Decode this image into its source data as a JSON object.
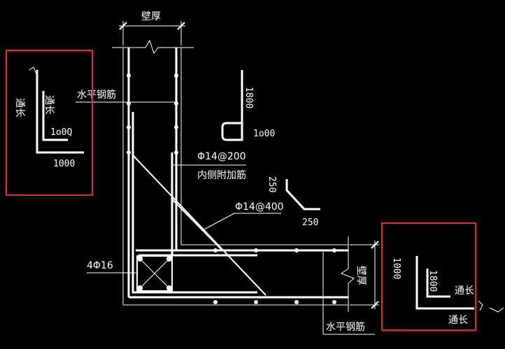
{
  "labels": {
    "wall_thickness_top": "壁厚",
    "horizontal_rebar_top": "水平钢筋",
    "inner_additional_spec": "Φ14@200",
    "inner_additional_name": "内侧附加筋",
    "diagonal_spec": "Φ14@400",
    "corner_bars": "4Φ16",
    "wall_thickness_right": "壁厚",
    "horizontal_rebar_bottom": "水平钢筋"
  },
  "details": {
    "left_box": {
      "through_1": "通长",
      "through_2": "通长",
      "dim_short": "1o0Q",
      "dim_long": "1000"
    },
    "hook_1800": {
      "dim_vertical": "1800",
      "dim_bottom": "1o00"
    },
    "bend_250": {
      "dim_vertical": "250",
      "dim_horizontal": "250"
    },
    "right_box": {
      "dim_outer": "1000",
      "dim_inner": "1800",
      "through_1": "通长",
      "through_2": "通长"
    }
  },
  "colors": {
    "background": "#000000",
    "lines": "#ffffff",
    "highlight": "#e8262b"
  }
}
